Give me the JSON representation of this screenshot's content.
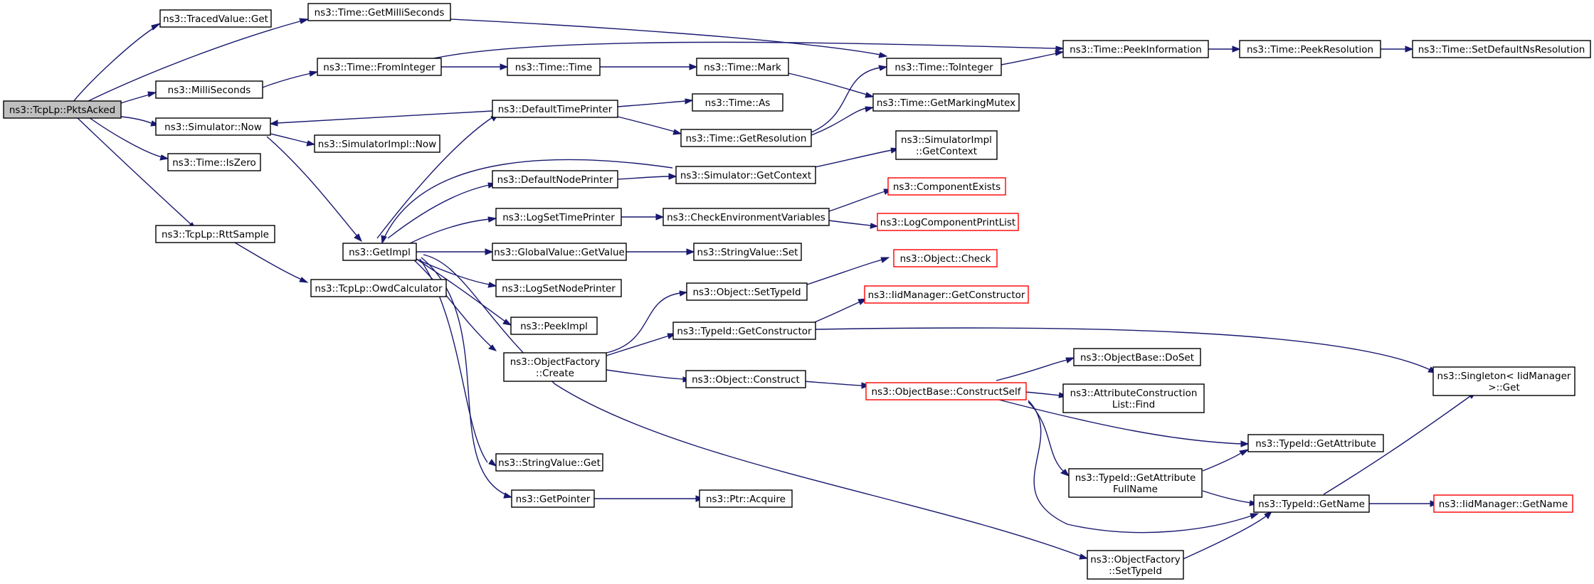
{
  "colors": {
    "edge": "#191970",
    "node_border": "#000000",
    "node_border_truncated": "#ff0000",
    "root_fill": "#bfbfbf",
    "node_fill": "#ffffff"
  },
  "nodes": [
    {
      "id": "root",
      "lines": [
        "ns3::TcpLp::PktsAcked"
      ],
      "kind": "root"
    },
    {
      "id": "tracedget",
      "lines": [
        "ns3::TracedValue::Get"
      ]
    },
    {
      "id": "getmilli",
      "lines": [
        "ns3::Time::GetMilliSeconds"
      ]
    },
    {
      "id": "milli",
      "lines": [
        "ns3::MilliSeconds"
      ]
    },
    {
      "id": "fromint",
      "lines": [
        "ns3::Time::FromInteger"
      ]
    },
    {
      "id": "timetime",
      "lines": [
        "ns3::Time::Time"
      ]
    },
    {
      "id": "mark",
      "lines": [
        "ns3::Time::Mark"
      ]
    },
    {
      "id": "tointeger",
      "lines": [
        "ns3::Time::ToInteger"
      ]
    },
    {
      "id": "peekinfo",
      "lines": [
        "ns3::Time::PeekInformation"
      ]
    },
    {
      "id": "peekres",
      "lines": [
        "ns3::Time::PeekResolution"
      ]
    },
    {
      "id": "setdefns",
      "lines": [
        "ns3::Time::SetDefaultNsResolution"
      ]
    },
    {
      "id": "markmutex",
      "lines": [
        "ns3::Time::GetMarkingMutex"
      ]
    },
    {
      "id": "simnow",
      "lines": [
        "ns3::Simulator::Now"
      ]
    },
    {
      "id": "defprinter",
      "lines": [
        "ns3::DefaultTimePrinter"
      ]
    },
    {
      "id": "timeas",
      "lines": [
        "ns3::Time::As"
      ]
    },
    {
      "id": "getres",
      "lines": [
        "ns3::Time::GetResolution"
      ]
    },
    {
      "id": "simimplnow",
      "lines": [
        "ns3::SimulatorImpl::Now"
      ]
    },
    {
      "id": "iszero",
      "lines": [
        "ns3::Time::IsZero"
      ]
    },
    {
      "id": "simimplctx",
      "lines": [
        "ns3::SimulatorImpl",
        "::GetContext"
      ]
    },
    {
      "id": "simctx",
      "lines": [
        "ns3::Simulator::GetContext"
      ]
    },
    {
      "id": "defnode",
      "lines": [
        "ns3::DefaultNodePrinter"
      ]
    },
    {
      "id": "compexists",
      "lines": [
        "ns3::ComponentExists"
      ],
      "kind": "truncated"
    },
    {
      "id": "logsettime",
      "lines": [
        "ns3::LogSetTimePrinter"
      ]
    },
    {
      "id": "checkenv",
      "lines": [
        "ns3::CheckEnvironmentVariables"
      ]
    },
    {
      "id": "logcomp",
      "lines": [
        "ns3::LogComponentPrintList"
      ],
      "kind": "truncated"
    },
    {
      "id": "rttsample",
      "lines": [
        "ns3::TcpLp::RttSample"
      ]
    },
    {
      "id": "getimpl",
      "lines": [
        "ns3::GetImpl"
      ]
    },
    {
      "id": "gvget",
      "lines": [
        "ns3::GlobalValue::GetValue"
      ]
    },
    {
      "id": "svset",
      "lines": [
        "ns3::StringValue::Set"
      ]
    },
    {
      "id": "owd",
      "lines": [
        "ns3::TcpLp::OwdCalculator"
      ]
    },
    {
      "id": "logsetnode",
      "lines": [
        "ns3::LogSetNodePrinter"
      ]
    },
    {
      "id": "objcheck",
      "lines": [
        "ns3::Object::Check"
      ],
      "kind": "truncated"
    },
    {
      "id": "objsettype",
      "lines": [
        "ns3::Object::SetTypeId"
      ]
    },
    {
      "id": "iidgetctor",
      "lines": [
        "ns3::IidManager::GetConstructor"
      ],
      "kind": "truncated"
    },
    {
      "id": "peekimpl",
      "lines": [
        "ns3::PeekImpl"
      ]
    },
    {
      "id": "tidgetctor",
      "lines": [
        "ns3::TypeId::GetConstructor"
      ]
    },
    {
      "id": "ofcreate",
      "lines": [
        "ns3::ObjectFactory",
        "::Create"
      ]
    },
    {
      "id": "objbasedoset",
      "lines": [
        "ns3::ObjectBase::DoSet"
      ]
    },
    {
      "id": "singleton",
      "lines": [
        "ns3::Singleton< IidManager",
        ">::Get"
      ]
    },
    {
      "id": "objconstruct",
      "lines": [
        "ns3::Object::Construct"
      ]
    },
    {
      "id": "constructself",
      "lines": [
        "ns3::ObjectBase::ConstructSelf"
      ],
      "kind": "truncated"
    },
    {
      "id": "attrfind",
      "lines": [
        "ns3::AttributeConstruction",
        "List::Find"
      ]
    },
    {
      "id": "tidgetattr",
      "lines": [
        "ns3::TypeId::GetAttribute"
      ]
    },
    {
      "id": "svget",
      "lines": [
        "ns3::StringValue::Get"
      ]
    },
    {
      "id": "tidattrfull",
      "lines": [
        "ns3::TypeId::GetAttribute",
        "FullName"
      ]
    },
    {
      "id": "getpointer",
      "lines": [
        "ns3::GetPointer"
      ]
    },
    {
      "id": "ptracquire",
      "lines": [
        "ns3::Ptr::Acquire"
      ]
    },
    {
      "id": "tidgetname",
      "lines": [
        "ns3::TypeId::GetName"
      ]
    },
    {
      "id": "iidgetname",
      "lines": [
        "ns3::IidManager::GetName"
      ],
      "kind": "truncated"
    },
    {
      "id": "ofsettype",
      "lines": [
        "ns3::ObjectFactory",
        "::SetTypeId"
      ]
    }
  ]
}
